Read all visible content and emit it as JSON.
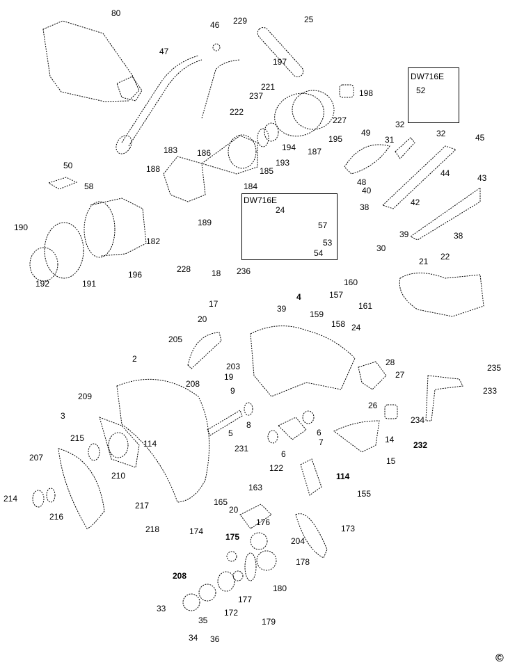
{
  "diagram": {
    "type": "exploded parts diagram",
    "inset_boxes": [
      {
        "title": "DW716E",
        "parts": [
          "52"
        ]
      },
      {
        "title": "DW716E",
        "parts": [
          "24",
          "57",
          "53",
          "54"
        ]
      }
    ],
    "copyright": "©",
    "labels": {
      "p80": "80",
      "p46": "46",
      "p229": "229",
      "p25": "25",
      "p47": "47",
      "p197": "197",
      "p221": "221",
      "p237": "237",
      "p222": "222",
      "p198": "198",
      "p227": "227",
      "p195": "195",
      "p194": "194",
      "p187": "187",
      "p193": "193",
      "p185": "185",
      "p183": "183",
      "p186": "186",
      "p188": "188",
      "p184": "184",
      "p50": "50",
      "p58": "58",
      "p189": "189",
      "p182": "182",
      "p190": "190",
      "p191": "191",
      "p192": "192",
      "p196": "196",
      "p228": "228",
      "box1_52": "52",
      "p49": "49",
      "p31": "31",
      "p32a": "32",
      "p32b": "32",
      "p45": "45",
      "p48": "48",
      "p44": "44",
      "p43": "43",
      "p40": "40",
      "p38a": "38",
      "p42": "42",
      "p30": "30",
      "p39a": "39",
      "p38b": "38",
      "box2_24": "24",
      "box2_57": "57",
      "box2_53": "53",
      "box2_54": "54",
      "p236": "236",
      "p18": "18",
      "p17": "17",
      "p20a": "20",
      "p39b": "39",
      "p4": "4",
      "p160": "160",
      "p157": "157",
      "p161": "161",
      "p159": "159",
      "p158": "158",
      "p24": "24",
      "p21": "21",
      "p22": "22",
      "p205": "205",
      "p28": "28",
      "p27": "27",
      "p26": "26",
      "p235": "235",
      "p233": "233",
      "p203": "203",
      "p19": "19",
      "p9": "9",
      "p2": "2",
      "p208a": "208",
      "p209": "209",
      "p3": "3",
      "p114a": "114",
      "p215": "215",
      "p210": "210",
      "p207": "207",
      "p214": "214",
      "p216": "216",
      "p217": "217",
      "p218": "218",
      "p8": "8",
      "p5": "5",
      "p231": "231",
      "p6a": "6",
      "p7": "7",
      "p6b": "6",
      "p14": "14",
      "p232": "232",
      "p234": "234",
      "p15": "15",
      "p122": "122",
      "p163": "163",
      "p114b": "114",
      "p155": "155",
      "p165": "165",
      "p20b": "20",
      "p173": "173",
      "p174": "174",
      "p175": "175",
      "p176": "176",
      "p204": "204",
      "p178": "178",
      "p180": "180",
      "p208b": "208",
      "p177": "177",
      "p172": "172",
      "p179": "179",
      "p33": "33",
      "p35": "35",
      "p34": "34",
      "p36": "36"
    }
  }
}
